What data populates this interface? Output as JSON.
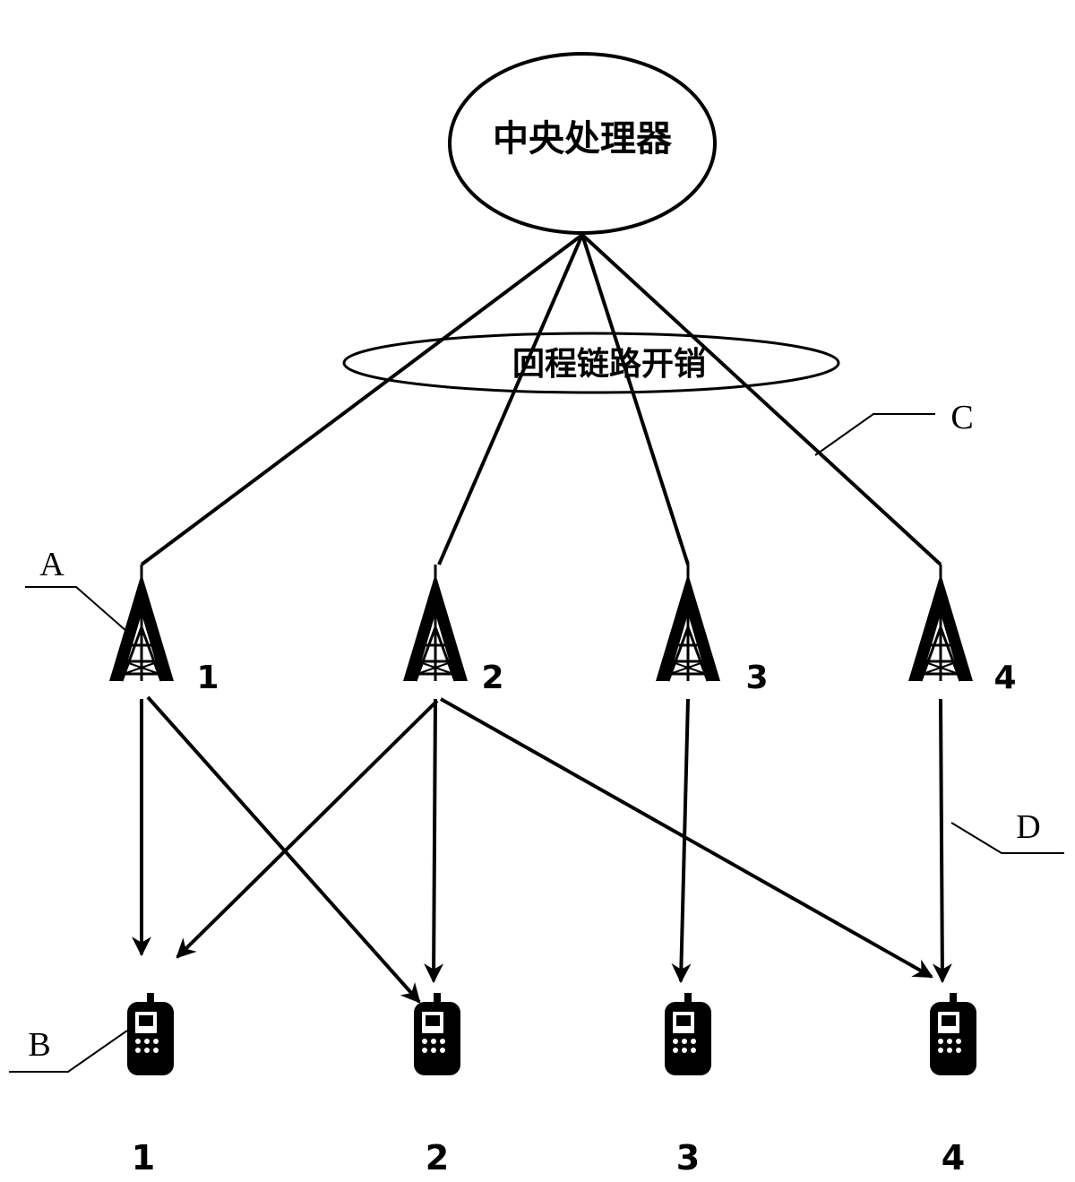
{
  "central_processor": {
    "label": "中央处理器"
  },
  "backhaul": {
    "label": "回程链路开销"
  },
  "callouts": {
    "a": "A",
    "b": "B",
    "c": "C",
    "d": "D"
  },
  "base_stations": [
    {
      "label": "1"
    },
    {
      "label": "2"
    },
    {
      "label": "3"
    },
    {
      "label": "4"
    }
  ],
  "users": [
    {
      "label": "1"
    },
    {
      "label": "2"
    },
    {
      "label": "3"
    },
    {
      "label": "4"
    }
  ],
  "colors": {
    "line": "#000000",
    "background": "#ffffff"
  }
}
